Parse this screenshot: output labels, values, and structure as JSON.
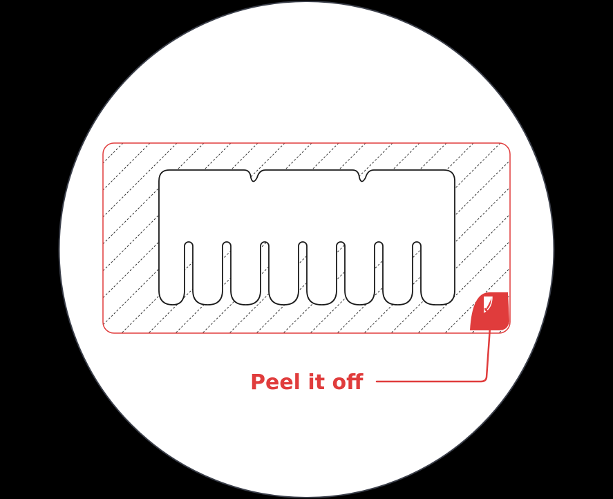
{
  "diagram": {
    "callout_label": "Peel it off"
  },
  "colors": {
    "background": "#000000",
    "circle_fill": "#ffffff",
    "circle_stroke": "#3b3f4a",
    "accent_red": "#e03c3c",
    "outline": "#1a1a1a",
    "hatch": "#333333"
  },
  "icons": {
    "circle": "circle-frame",
    "liner": "hatched-backing-liner",
    "part": "comb-shaped-adhesive-part",
    "corner": "peel-tab-icon"
  }
}
